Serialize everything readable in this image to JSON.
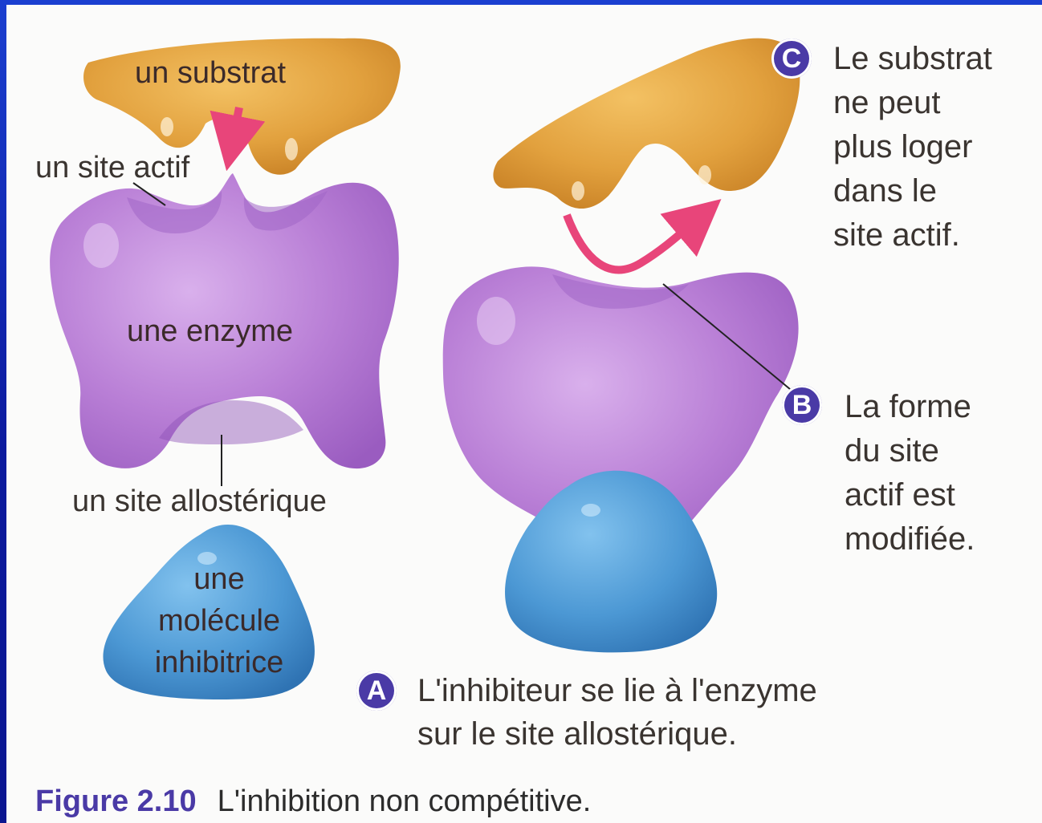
{
  "labels": {
    "substrate": "un substrat",
    "active_site": "un site actif",
    "enzyme": "une enzyme",
    "allosteric_site": "un site allostérique",
    "inhibitor": [
      "une",
      "molécule",
      "inhibitrice"
    ]
  },
  "notes": {
    "C": {
      "marker": "C",
      "lines": [
        "Le substrat",
        "ne peut",
        "plus loger",
        "dans le",
        "site actif."
      ]
    },
    "B": {
      "marker": "B",
      "lines": [
        "La forme",
        "du site",
        "actif est",
        "modifiée."
      ]
    },
    "A": {
      "marker": "A",
      "lines": [
        "L'inhibiteur se lie à l'enzyme",
        "sur le site allostérique."
      ]
    }
  },
  "caption": {
    "number": "Figure 2.10",
    "text": "L'inhibition non compétitive."
  },
  "colors": {
    "substrate": "#e2a13e",
    "enzyme": "#b97fd6",
    "inhibitor": "#4c98d4",
    "arrow": "#e8457a",
    "marker": "#4a3aa6"
  }
}
